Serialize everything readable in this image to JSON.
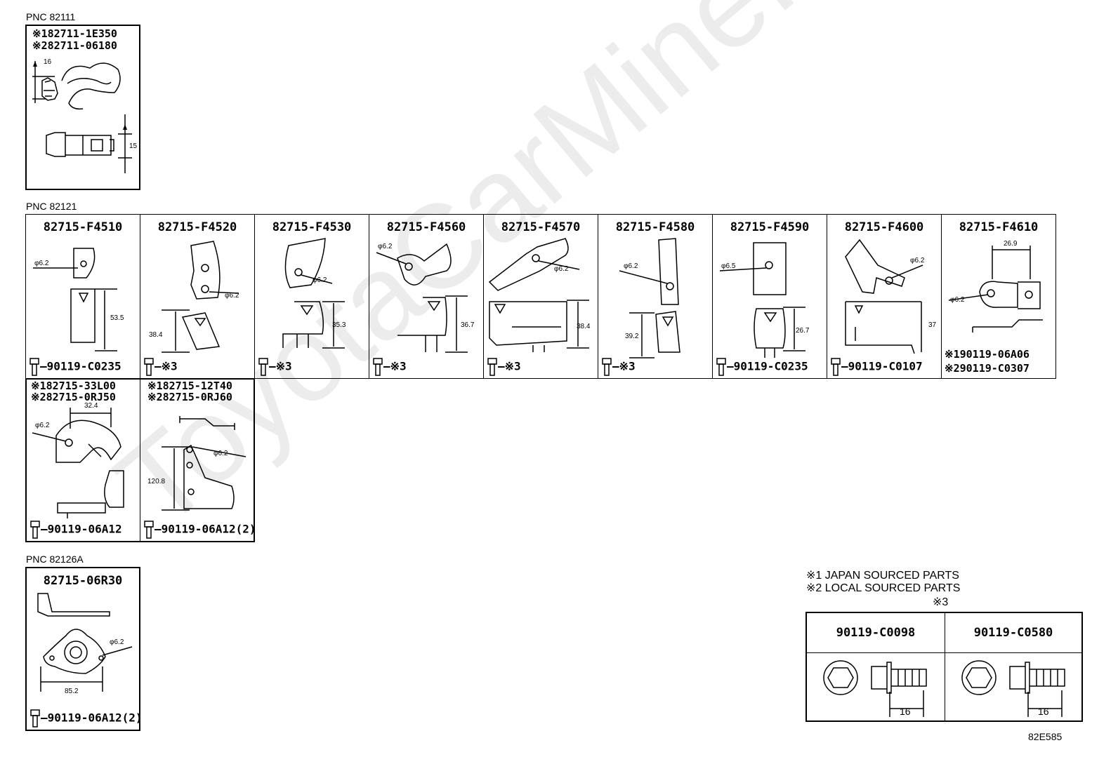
{
  "watermark": "ToyotaCarMine.ru",
  "section1": {
    "pnc": "PNC 82111",
    "parts": [
      "※182711-1E350",
      "※282711-06180"
    ],
    "dims": [
      "16",
      "15"
    ]
  },
  "section2": {
    "pnc": "PNC 82121",
    "row1": [
      {
        "part": "82715-F4510",
        "bolt": "90119-C0235",
        "dims": [
          "φ6.2",
          "53.5"
        ]
      },
      {
        "part": "82715-F4520",
        "bolt": "※3",
        "dims": [
          "φ6.2",
          "38.4"
        ]
      },
      {
        "part": "82715-F4530",
        "bolt": "※3",
        "dims": [
          "φ6.2",
          "35.3"
        ]
      },
      {
        "part": "82715-F4560",
        "bolt": "※3",
        "dims": [
          "φ6.2",
          "36.7"
        ]
      },
      {
        "part": "82715-F4570",
        "bolt": "※3",
        "dims": [
          "φ6.2",
          "38.4"
        ]
      },
      {
        "part": "82715-F4580",
        "bolt": "※3",
        "dims": [
          "φ6.2",
          "39.2"
        ]
      },
      {
        "part": "82715-F4590",
        "bolt": "90119-C0235",
        "dims": [
          "φ6.5",
          "26.7"
        ]
      },
      {
        "part": "82715-F4600",
        "bolt": "90119-C0107",
        "dims": [
          "φ6.2",
          "37"
        ]
      },
      {
        "part": "82715-F4610",
        "bolts": [
          "※190119-06A06",
          "※290119-C0307"
        ],
        "dims": [
          "26.9",
          "φ6.2"
        ]
      }
    ],
    "row2": [
      {
        "parts": [
          "※182715-33L00",
          "※282715-0RJ50"
        ],
        "bolt": "90119-06A12",
        "dims": [
          "32.4",
          "φ6.2"
        ]
      },
      {
        "parts": [
          "※182715-12T40",
          "※282715-0RJ60"
        ],
        "bolt": "90119-06A12(2)",
        "dims": [
          "φ6.2",
          "120.8"
        ]
      }
    ]
  },
  "section3": {
    "pnc": "PNC 82126A",
    "part": "82715-06R30",
    "bolt": "90119-06A12(2)",
    "dims": [
      "φ6.2",
      "85.2"
    ]
  },
  "legend": {
    "line1": "※1 JAPAN SOURCED PARTS",
    "line2": "※2 LOCAL SOURCED PARTS",
    "line3": "※3"
  },
  "standard_bolts": [
    {
      "part": "90119-C0098",
      "dim": "16"
    },
    {
      "part": "90119-C0580",
      "dim": "16"
    }
  ],
  "diagram_code": "82E585"
}
